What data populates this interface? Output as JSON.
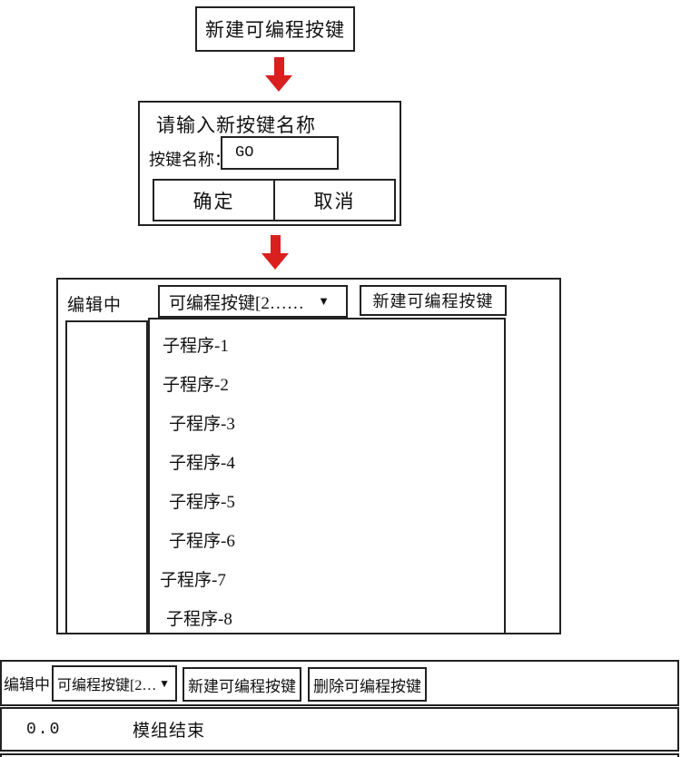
{
  "colors": {
    "arrow_red": "#d9201f",
    "border": "#222222"
  },
  "flow": {
    "top_button_label": "新建可编程按键"
  },
  "dialog": {
    "title": "请输入新按键名称",
    "name_label": "按键名称：",
    "name_value": "GO",
    "ok_label": "确定",
    "cancel_label": "取消"
  },
  "editor": {
    "status": "编辑中",
    "dropdown_value": "可编程按键[2……",
    "dropdown_caret": "▼",
    "new_button_label": "新建可编程按键",
    "subroutines": [
      "子程序-1",
      "子程序-2",
      "子程序-3",
      "子程序-4",
      "子程序-5",
      "子程序-6",
      "子程序-7",
      "子程序-8"
    ]
  },
  "toolbar": {
    "status": "编辑中",
    "dropdown_value": "可编程按键[2…",
    "dropdown_caret": "▼",
    "new_button_label": "新建可编程按键",
    "delete_button_label": "删除可编程按键"
  },
  "program_line": {
    "number": "0.0",
    "text": "模组结束"
  }
}
